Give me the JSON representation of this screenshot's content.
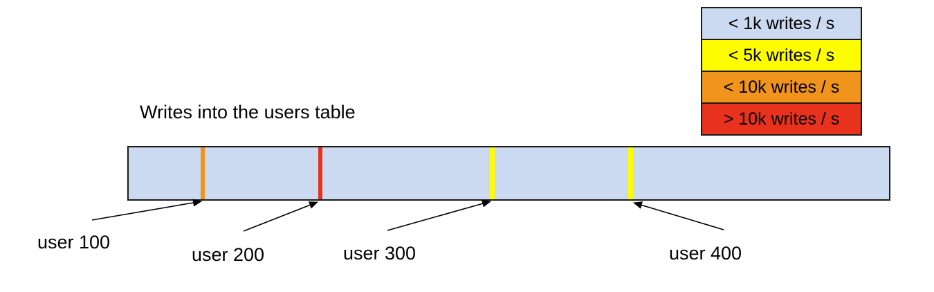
{
  "diagram": {
    "title": "Writes into the users table"
  },
  "legend": {
    "items": [
      {
        "label": "< 1k writes / s",
        "color": "#cbdaf0"
      },
      {
        "label": "< 5k writes / s",
        "color": "#fdfd00"
      },
      {
        "label": "< 10k writes / s",
        "color": "#f0941e"
      },
      {
        "label": "> 10k writes / s",
        "color": "#e8321e"
      }
    ]
  },
  "bar": {
    "fill": "#cbdaf0",
    "stripes": [
      {
        "points_to": "user 100",
        "color": "#f0941e"
      },
      {
        "points_to": "user 200",
        "color": "#e8321e"
      },
      {
        "points_to": "user 300",
        "color": "#fdfd00"
      },
      {
        "points_to": "user 400",
        "color": "#fdfd00"
      }
    ]
  },
  "annotations": {
    "labels": [
      "user 100",
      "user 200",
      "user 300",
      "user 400"
    ]
  }
}
